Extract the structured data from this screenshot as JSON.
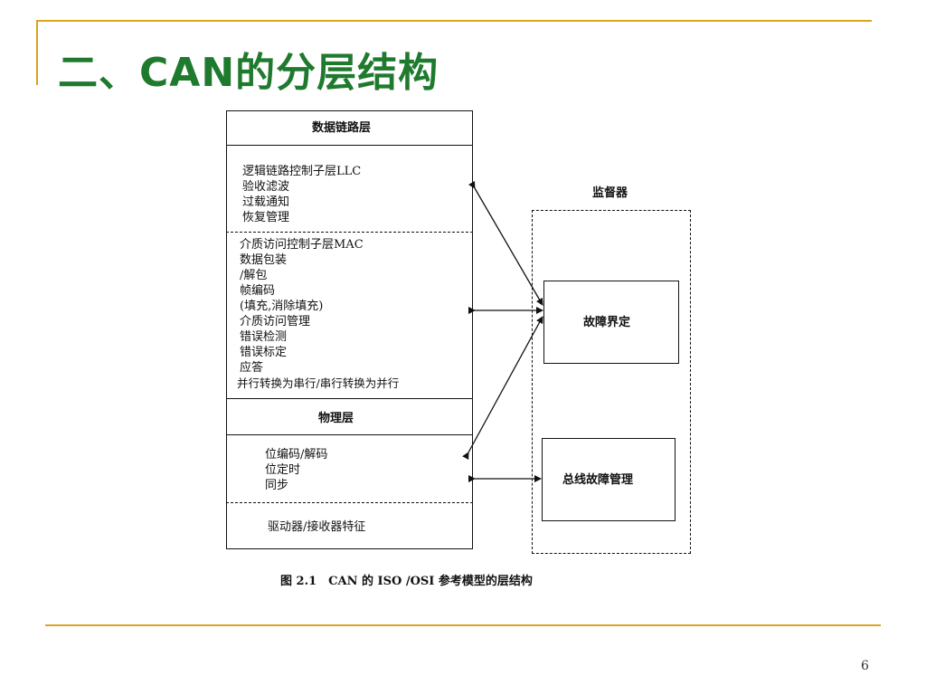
{
  "slide": {
    "title": "二、CAN的分层结构",
    "page_number": "6"
  },
  "diagram": {
    "stack": {
      "data_link_header": "数据链路层",
      "llc_lines": [
        "逻辑链路控制子层LLC",
        "验收滤波",
        "过载通知",
        "恢复管理"
      ],
      "mac_lines": [
        "介质访问控制子层MAC",
        "数据包装",
        "/解包",
        "帧编码",
        "(填充,消除填充)",
        "介质访问管理",
        "错误检测",
        "错误标定",
        "应答",
        "并行转换为串行/串行转换为并行"
      ],
      "physical_header": "物理层",
      "phy_lines": [
        "位编码/解码",
        "位定时",
        "同步"
      ],
      "driver": "驱动器/接收器特征"
    },
    "supervisor": {
      "label": "监督器",
      "fault_confinement": "故障界定",
      "bus_failure": "总线故障管理"
    },
    "caption": "图 2.1　CAN 的 ISO /OSI 参考模型的层结构"
  }
}
